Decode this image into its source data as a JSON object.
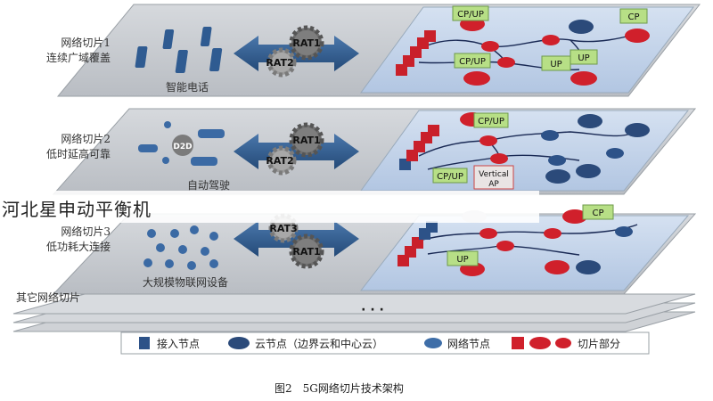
{
  "overlay_text": "河北星申动平衡机",
  "slices": [
    {
      "line1": "网络切片1",
      "line2": "连续广域覆盖",
      "device": "智能电话",
      "rats": [
        "RAT1",
        "RAT2"
      ]
    },
    {
      "line1": "网络切片2",
      "line2": "低时延高可靠",
      "device": "自动驾驶",
      "rats": [
        "RAT1",
        "RAT2"
      ],
      "d2d": "D2D"
    },
    {
      "line1": "网络切片3",
      "line2": "低功耗大连接",
      "device": "大规模物联网设备",
      "rats": [
        "RAT3",
        "RAT1"
      ]
    }
  ],
  "other_slices": "其它网络切片",
  "dots": "· · ·",
  "node_labels": {
    "s1": [
      "CP/UP",
      "CP/UP",
      "UP",
      "UP",
      "CP"
    ],
    "s2": [
      "CP/UP",
      "CP/UP",
      "Vertical",
      "AP"
    ],
    "s3": [
      "UP",
      "CP"
    ]
  },
  "legend": {
    "access": "接入节点",
    "cloud": "云节点（边界云和中心云）",
    "network": "网络节点",
    "slice": "切片部分"
  },
  "caption": "图2　5G网络切片技术架构",
  "colors": {
    "plane": "#c9cdd2",
    "network_area": "#c3d3ea",
    "arrow": "#2f5a8f",
    "access_node": "#2d5288",
    "slice_red": "#d0202b",
    "cp_green": "#b7df86",
    "gear": "#8c8c8c"
  }
}
